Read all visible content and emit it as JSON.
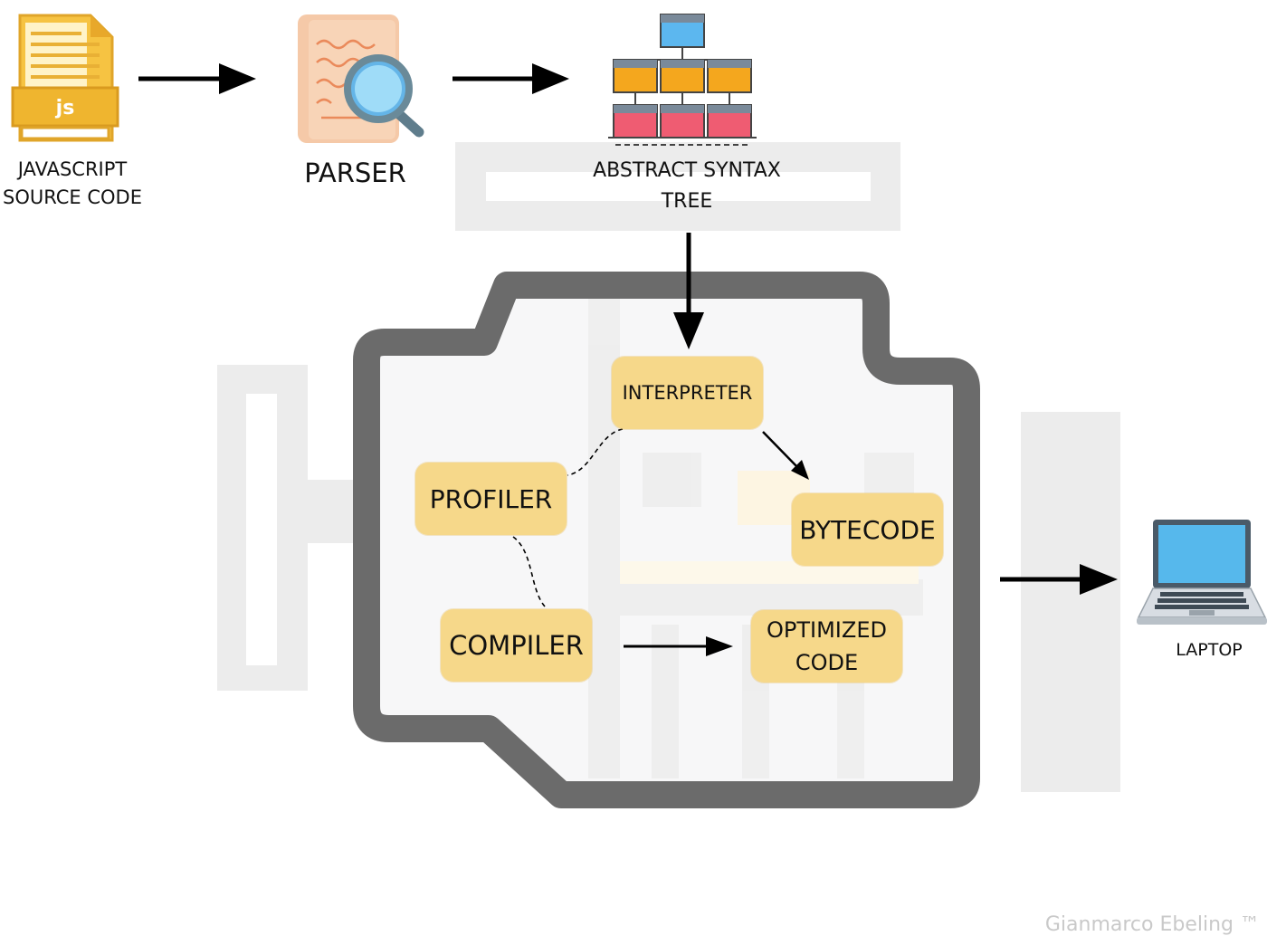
{
  "diagram": {
    "nodes": {
      "source_label_line1": "JAVASCRIPT",
      "source_label_line2": "SOURCE CODE",
      "source_icon_text": "js",
      "parser_label": "PARSER",
      "ast_label_line1": "ABSTRACT SYNTAX",
      "ast_label_line2": "TREE",
      "interpreter": "INTERPRETER",
      "profiler": "PROFILER",
      "bytecode": "BYTECODE",
      "compiler": "COMPILER",
      "optimized_line1": "OPTIMIZED",
      "optimized_line2": "CODE",
      "laptop_label": "LAPTOP"
    },
    "edges": [
      {
        "from": "source",
        "to": "parser",
        "style": "solid-arrow"
      },
      {
        "from": "parser",
        "to": "ast",
        "style": "solid-arrow"
      },
      {
        "from": "ast",
        "to": "interpreter",
        "style": "solid-arrow"
      },
      {
        "from": "interpreter",
        "to": "bytecode",
        "style": "solid-arrow"
      },
      {
        "from": "interpreter",
        "to": "profiler",
        "style": "dashed"
      },
      {
        "from": "profiler",
        "to": "compiler",
        "style": "dashed"
      },
      {
        "from": "compiler",
        "to": "optimized",
        "style": "solid-arrow"
      },
      {
        "from": "engine",
        "to": "laptop",
        "style": "solid-arrow"
      }
    ],
    "colors": {
      "box_fill": "#f6d88a",
      "engine_border": "#6b6b6b",
      "engine_fill": "#f7f7f8",
      "arrow": "#000000",
      "watermark_shapes": "#ececec"
    }
  },
  "watermark": "Gianmarco Ebeling ™"
}
